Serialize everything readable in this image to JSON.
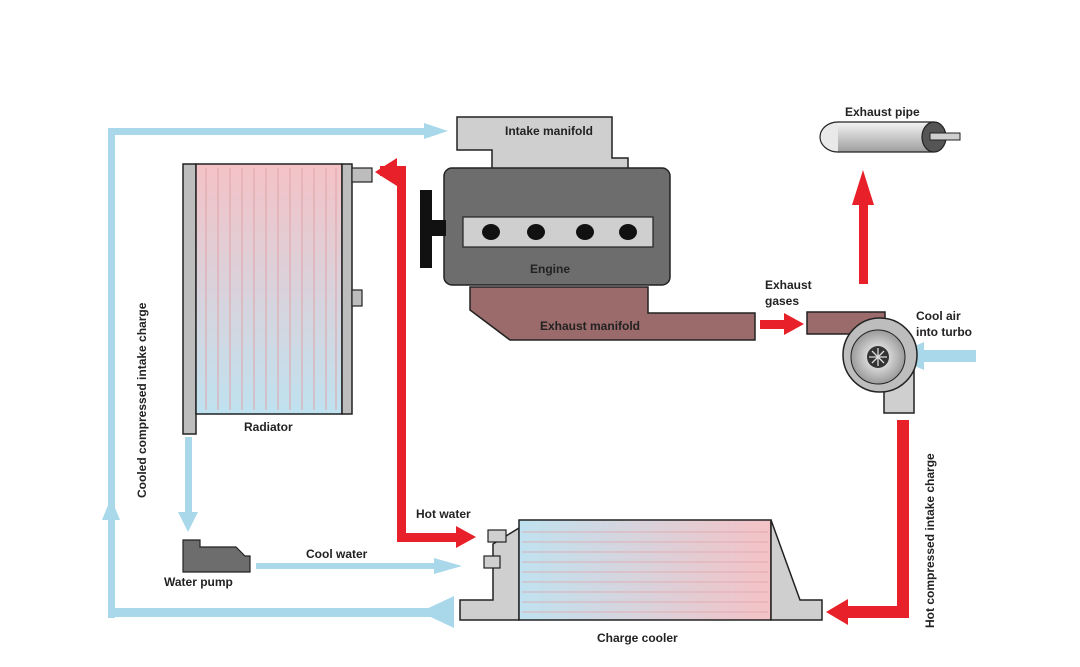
{
  "labels": {
    "intake_manifold": "Intake manifold",
    "engine": "Engine",
    "exhaust_manifold": "Exhaust manifold",
    "exhaust_pipe": "Exhaust pipe",
    "exhaust_gases_1": "Exhaust",
    "exhaust_gases_2": "gases",
    "cool_air_1": "Cool air",
    "cool_air_2": "into turbo",
    "radiator": "Radiator",
    "water_pump": "Water pump",
    "cool_water": "Cool water",
    "hot_water": "Hot water",
    "charge_cooler": "Charge cooler",
    "cooled_intake": "Cooled compressed intake charge",
    "hot_intake": "Hot compressed intake charge"
  },
  "colors": {
    "cool_flow": "#a8d8ea",
    "hot_flow": "#e8202a",
    "engine_body": "#6d6d6d",
    "manifold": "#cfcfcf",
    "exhaust_manifold": "#9b6a6a"
  }
}
